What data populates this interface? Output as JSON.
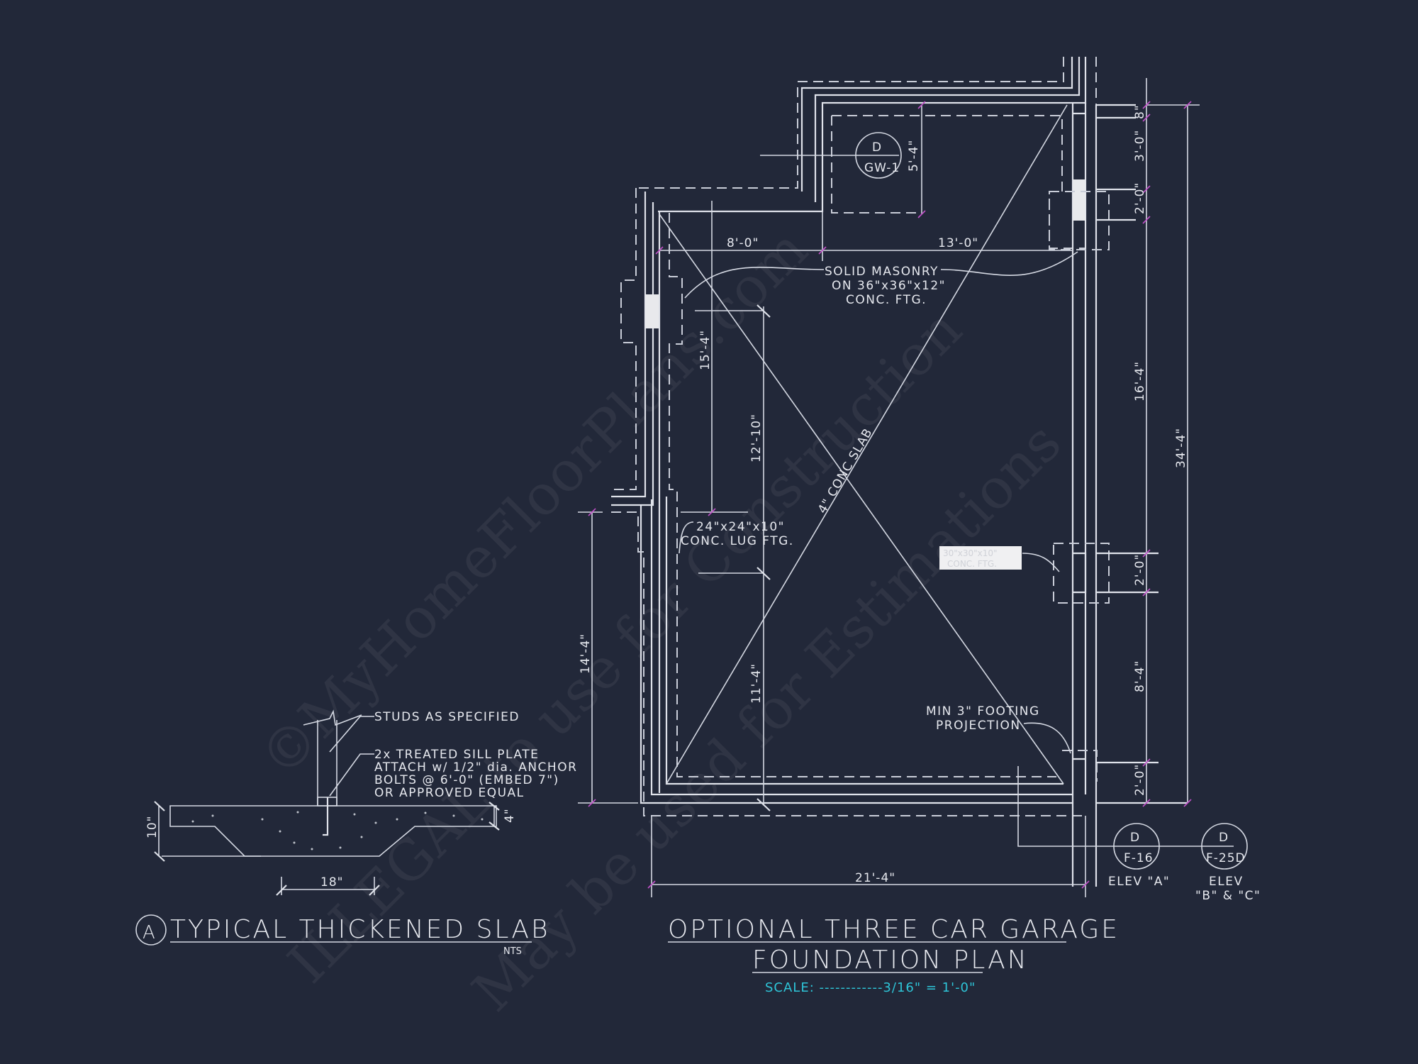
{
  "drawing": {
    "background_color": "#222839",
    "line_color": "#dfe2ea",
    "dimension_tick_color": "#c050c8",
    "scale_color": "#2ec5d8"
  },
  "main_plan": {
    "title_line1": "OPTIONAL THREE CAR GARAGE",
    "title_line2": "FOUNDATION PLAN",
    "scale_label": "SCALE: ------------3/16\" = 1'-0\"",
    "slab_label": "4\" CONC SLAB",
    "notes": {
      "solid_masonry": [
        "SOLID MASONRY",
        "ON 36\"x36\"x12\"",
        "CONC. FTG."
      ],
      "lug_footing": [
        "24\"x24\"x10\"",
        "CONC. LUG FTG."
      ],
      "footing_projection": [
        "MIN 3\" FOOTING",
        "PROJECTION"
      ],
      "masked_note": [
        "30\"x30\"x10\"",
        "CONC. FTG."
      ]
    },
    "dimensions": {
      "top_left": "8'-0\"",
      "top_right": "13'-0\"",
      "upper_notch": "5'-4\"",
      "left_inner_1": "15'-4\"",
      "left_inner_2": "12'-10\"",
      "left_inner_3": "11'-4\"",
      "left_outer": "14'-4\"",
      "bottom": "21'-4\"",
      "right_chain": [
        "8\"",
        "3'-0\"",
        "2'-0\"",
        "16'-4\"",
        "2'-0\"",
        "8'-4\"",
        "2'-0\""
      ],
      "right_overall": "34'-4\""
    },
    "section_tags": [
      {
        "letter": "D",
        "sheet": "GW-1",
        "caption": ""
      },
      {
        "letter": "D",
        "sheet": "F-16",
        "caption": "ELEV \"A\""
      },
      {
        "letter": "D",
        "sheet": "F-25D",
        "caption": "ELEV",
        "caption2": "\"B\" & \"C\""
      }
    ]
  },
  "detail": {
    "tag": "A",
    "title": "TYPICAL THICKENED SLAB",
    "scale_note": "NTS",
    "notes": {
      "studs": "STUDS AS SPECIFIED",
      "sill_plate": [
        "2x  TREATED SILL PLATE",
        "ATTACH w/ 1/2\" dia. ANCHOR",
        "BOLTS @ 6'-0\" (EMBED 7\")",
        "OR APPROVED EQUAL"
      ]
    },
    "dimensions": {
      "depth": "10\"",
      "slab": "4\"",
      "width": "18\""
    }
  },
  "watermark": {
    "line1": "©MyHomeFloorPlans.com",
    "line2": "ILLEGAL to use for Construction",
    "line3": "May be used for Estimations"
  }
}
